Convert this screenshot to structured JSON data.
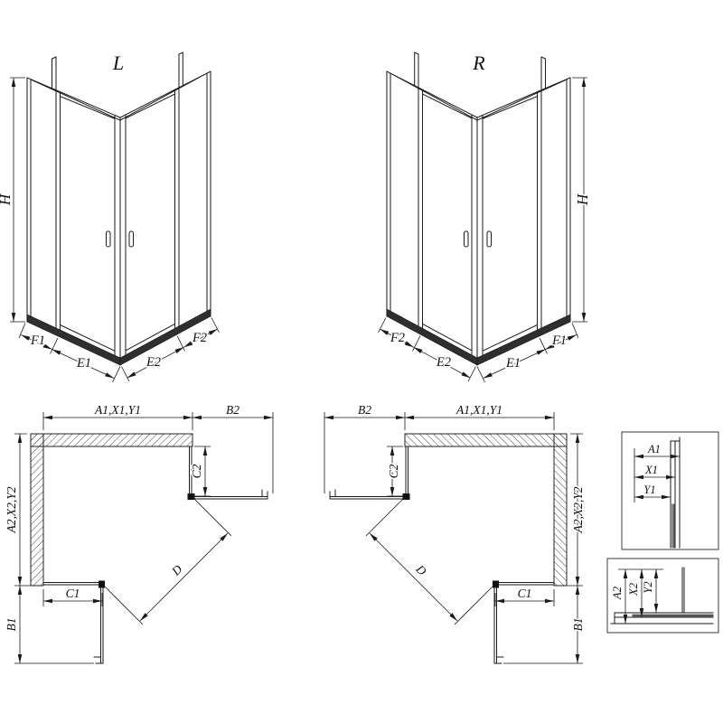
{
  "iso_left": {
    "title": "L",
    "h": "H",
    "f1": "F1",
    "e1": "E1",
    "e2": "E2",
    "f2": "F2"
  },
  "iso_right": {
    "title": "R",
    "h": "H",
    "f1": "F1",
    "e1": "E1",
    "e2": "E2",
    "f2": "F2"
  },
  "plan_left": {
    "width": "A1,X1,Y1",
    "door_top": "B2",
    "depth": "A2,X2,Y2",
    "door_side": "B1",
    "fixed_side": "C2",
    "fixed_bottom": "C1",
    "diagonal": "D"
  },
  "plan_right": {
    "width": "A1,X1,Y1",
    "door_top": "B2",
    "depth": "A2,X2,Y2",
    "door_side": "B1",
    "fixed_side": "C2",
    "fixed_bottom": "C1",
    "diagonal": "D"
  },
  "detail_profile_top": {
    "a": "A1",
    "x": "X1",
    "y": "Y1"
  },
  "detail_profile_bottom": {
    "a": "A2",
    "x": "X2",
    "y": "Y2"
  }
}
